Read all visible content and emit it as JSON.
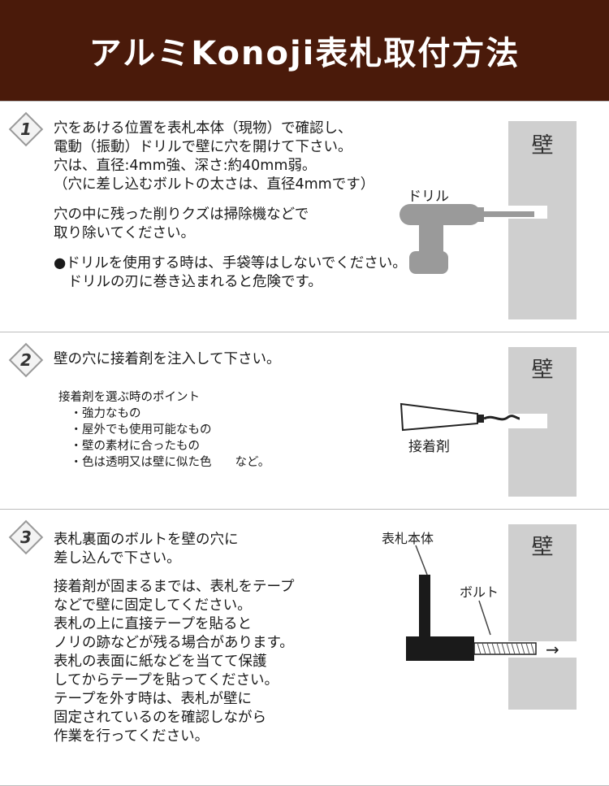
{
  "title": "アルミKonoji表札取付方法",
  "wall_label": "壁",
  "step1": {
    "number": "1",
    "lines": [
      "穴をあける位置を表札本体（現物）で確認し、",
      "電動（振動）ドリルで壁に穴を開けて下さい。",
      "穴は、直径:4mm強、深さ:約40mm弱。",
      "（穴に差し込むボルトの太さは、直径4mmです）",
      "",
      "穴の中に残った削りクズは掃除機などで",
      "取り除いてください。",
      "",
      "●ドリルを使用する時は、手袋等はしないでください。",
      "　ドリルの刃に巻き込まれると危険です。"
    ],
    "drill_label": "ドリル"
  },
  "step2": {
    "number": "2",
    "heading": "壁の穴に接着剤を注入して下さい。",
    "tips": [
      "接着剤を選ぶ時のポイント",
      "　・強力なもの",
      "　・屋外でも使用可能なもの",
      "　・壁の素材に合ったもの",
      "　・色は透明又は壁に似た色　　など。"
    ],
    "adhesive_label": "接着剤"
  },
  "step3": {
    "number": "3",
    "lines": [
      "表札裏面のボルトを壁の穴に",
      "差し込んで下さい。",
      "",
      "接着剤が固まるまでは、表札をテープ",
      "などで壁に固定してください。",
      "表札の上に直接テープを貼ると",
      "ノリの跡などが残る場合があります。",
      "表札の表面に紙などを当てて保護",
      "してからテープを貼ってください。",
      "テープを外す時は、表札が壁に",
      "固定されているのを確認しながら",
      "作業を行ってください。"
    ],
    "plate_label": "表札本体",
    "bolt_label": "ボルト",
    "arrow": "→"
  }
}
